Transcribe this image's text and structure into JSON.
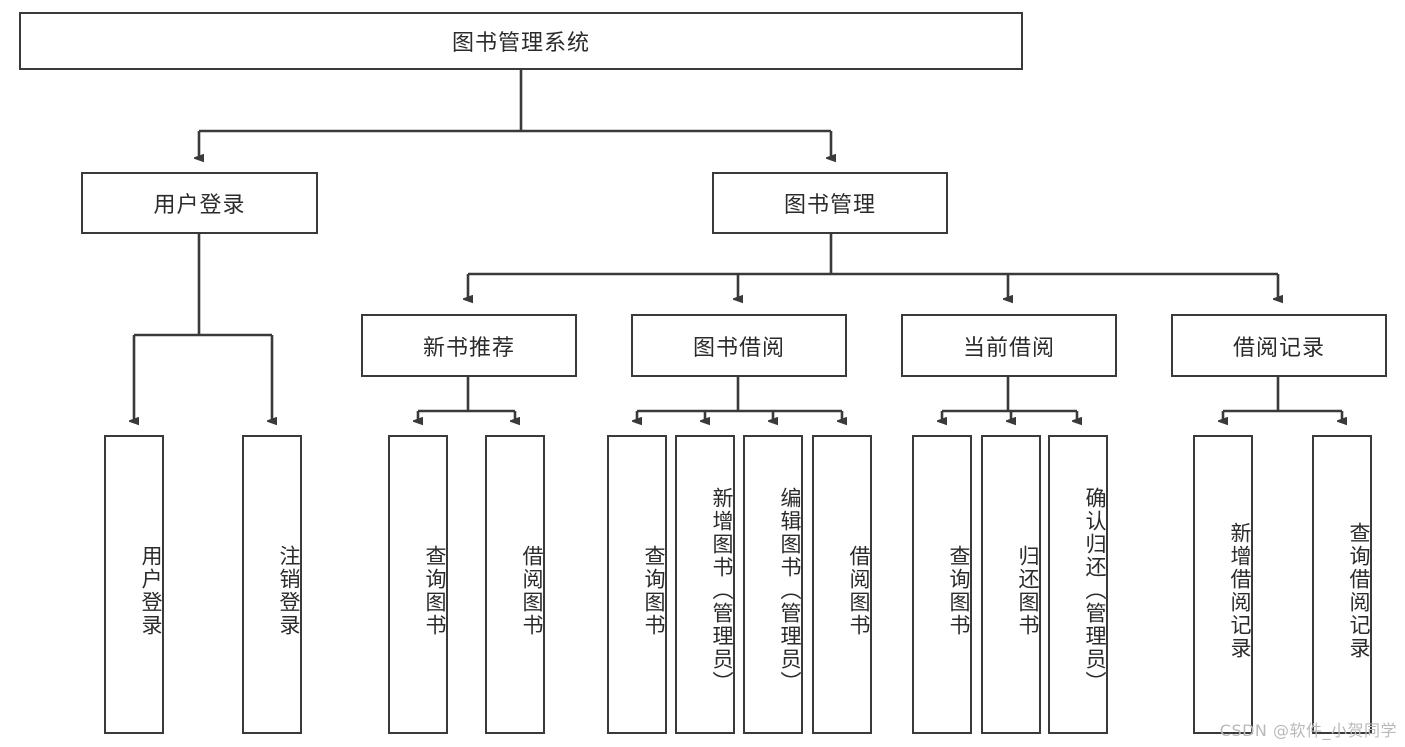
{
  "diagram": {
    "type": "tree",
    "title": "图书管理系统",
    "colors": {
      "background": "#ffffff",
      "box_border": "#3a3a3a",
      "box_fill": "#ffffff",
      "connector": "#3a3a3a",
      "text": "#2b2b2b",
      "watermark": "#b9b9b9"
    },
    "root": {
      "label": "图书管理系统"
    },
    "level1": [
      {
        "label": "用户登录"
      },
      {
        "label": "图书管理"
      }
    ],
    "level2": [
      {
        "label": "新书推荐"
      },
      {
        "label": "图书借阅"
      },
      {
        "label": "当前借阅"
      },
      {
        "label": "借阅记录"
      }
    ],
    "leaves": {
      "user_login": [
        {
          "label": "用户登录"
        },
        {
          "label": "注销登录"
        }
      ],
      "new_book_recommend": [
        {
          "label": "查询图书"
        },
        {
          "label": "借阅图书"
        }
      ],
      "book_borrow": [
        {
          "label": "查询图书"
        },
        {
          "label": "新增图书（管理员）"
        },
        {
          "label": "编辑图书（管理员）"
        },
        {
          "label": "借阅图书"
        }
      ],
      "current_borrow": [
        {
          "label": "查询图书"
        },
        {
          "label": "归还图书"
        },
        {
          "label": "确认归还（管理员）"
        }
      ],
      "borrow_record": [
        {
          "label": "新增借阅记录"
        },
        {
          "label": "查询借阅记录"
        }
      ]
    }
  },
  "watermark": {
    "text": "CSDN @软件_小贺同学"
  }
}
